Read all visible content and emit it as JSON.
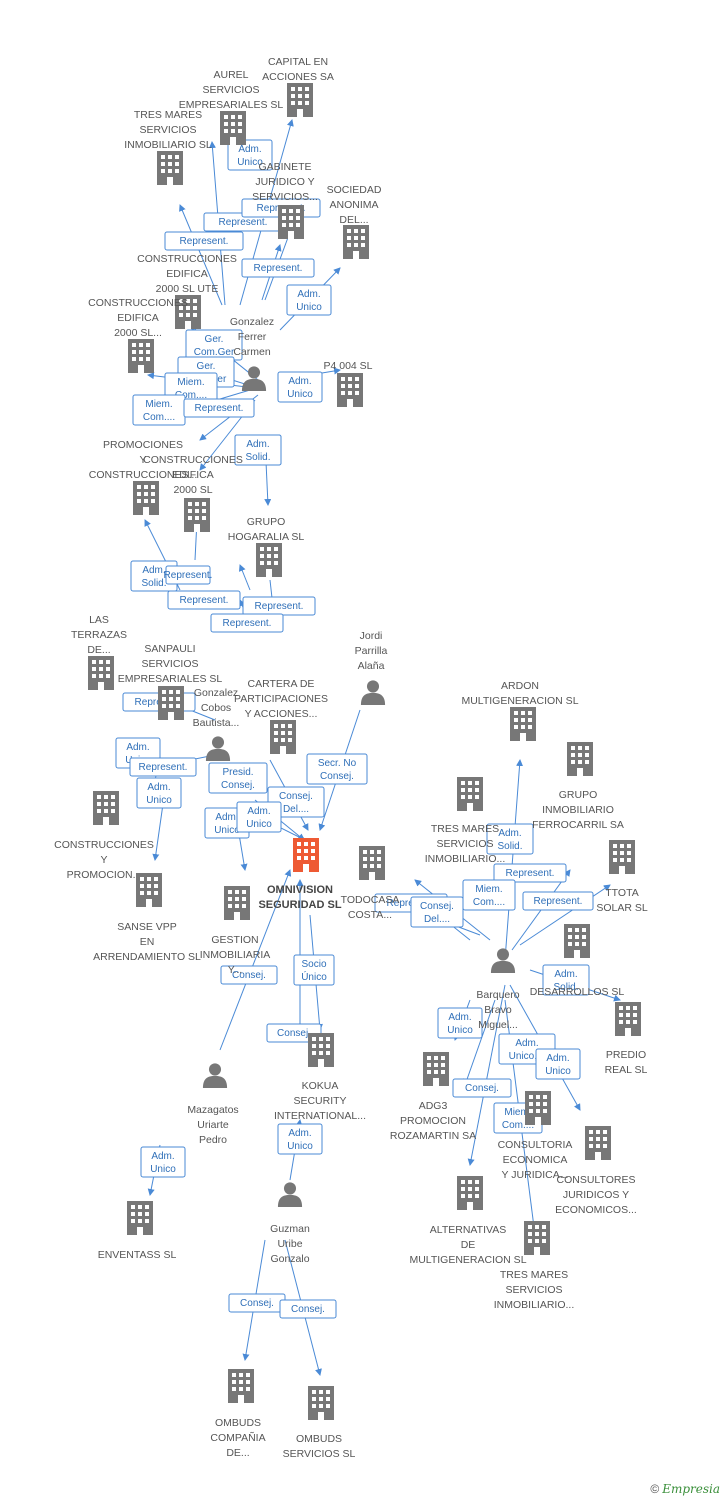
{
  "colors": {
    "edge": "#4a8ad6",
    "edge_text": "#2f6fb8",
    "node": "#777777",
    "focus": "#ee5a34",
    "label": "#555555"
  },
  "nodes": [
    {
      "id": "capital",
      "kind": "company",
      "label": [
        "CAPITAL EN",
        "ACCIONES SA"
      ]
    },
    {
      "id": "aurel",
      "kind": "company",
      "label": [
        "AUREL",
        "SERVICIOS",
        "EMPRESARIALES SL"
      ]
    },
    {
      "id": "tresmares1",
      "kind": "company",
      "label": [
        "TRES MARES",
        "SERVICIOS",
        "INMOBILIARIO SL"
      ]
    },
    {
      "id": "gabinete",
      "kind": "company",
      "label": [
        "GABINETE",
        "JURIDICO Y",
        "SERVICIOS..."
      ]
    },
    {
      "id": "sociedad",
      "kind": "company",
      "label": [
        "SOCIEDAD",
        "ANONIMA",
        "DEL..."
      ]
    },
    {
      "id": "cons_ute",
      "kind": "company",
      "label": [
        "CONSTRUCCIONES",
        "EDIFICA",
        "2000 SL UTE"
      ]
    },
    {
      "id": "cons_2000",
      "kind": "company",
      "label": [
        "CONSTRUCCIONES",
        "EDIFICA",
        "2000 SL..."
      ]
    },
    {
      "id": "gonzalez_ferrer",
      "kind": "person",
      "label": [
        "Gonzalez",
        "Ferrer",
        "Carmen"
      ]
    },
    {
      "id": "p4",
      "kind": "company",
      "label": [
        "P4 004 SL"
      ]
    },
    {
      "id": "promociones",
      "kind": "company",
      "label": [
        "PROMOCIONES",
        "Y",
        "CONSTRUCCIONES..."
      ]
    },
    {
      "id": "cons_edifica",
      "kind": "company",
      "label": [
        "CONSTRUCCIONES",
        "EDIFICA",
        "2000 SL"
      ]
    },
    {
      "id": "hogaralia",
      "kind": "company",
      "label": [
        "GRUPO",
        "HOGARALIA SL"
      ]
    },
    {
      "id": "terrazas",
      "kind": "company",
      "label": [
        "LAS",
        "TERRAZAS",
        "DE..."
      ]
    },
    {
      "id": "sanpauli",
      "kind": "company",
      "label": [
        "SANPAULI",
        "SERVICIOS",
        "EMPRESARIALES SL"
      ]
    },
    {
      "id": "cartera",
      "kind": "company",
      "label": [
        "CARTERA DE",
        "PARTICIPACIONES",
        "Y ACCIONES..."
      ]
    },
    {
      "id": "gonzalez_cobos",
      "kind": "person",
      "label": [
        "Gonzalez",
        "Cobos",
        "Bautista..."
      ]
    },
    {
      "id": "jordi",
      "kind": "person",
      "label": [
        "Jordi",
        "Parrilla",
        "Alaña"
      ]
    },
    {
      "id": "ardon",
      "kind": "company",
      "label": [
        "ARDON",
        "MULTIGENERACION SL"
      ]
    },
    {
      "id": "grupo_ferro",
      "kind": "company",
      "label": [
        "GRUPO",
        "INMOBILIARIO",
        "FERROCARRIL SA"
      ]
    },
    {
      "id": "tresmares2",
      "kind": "company",
      "label": [
        "TRES MARES",
        "SERVICIOS",
        "INMOBILIARIO..."
      ]
    },
    {
      "id": "cons_promo",
      "kind": "company",
      "label": [
        "CONSTRUCCIONES",
        "Y",
        "PROMOCION..."
      ]
    },
    {
      "id": "omnivision",
      "kind": "focus",
      "label": [
        "OMNIVISION",
        "SEGURIDAD SL"
      ]
    },
    {
      "id": "todocasa",
      "kind": "company",
      "label": [
        "TODOCASA",
        "COSTA..."
      ]
    },
    {
      "id": "sanse",
      "kind": "company",
      "label": [
        "SANSE VPP",
        "EN",
        "ARRENDAMIENTO SL"
      ]
    },
    {
      "id": "gestion",
      "kind": "company",
      "label": [
        "GESTION",
        "INMOBILIARIA",
        "Y..."
      ]
    },
    {
      "id": "ttota",
      "kind": "company",
      "label": [
        "TTOTA",
        "SOLAR SL"
      ]
    },
    {
      "id": "desarrollos",
      "kind": "company",
      "label": [
        "DESARROLLOS SL"
      ]
    },
    {
      "id": "barquero",
      "kind": "person",
      "label": [
        "Barquero",
        "Bravo",
        "Miguel..."
      ]
    },
    {
      "id": "predio",
      "kind": "company",
      "label": [
        "PREDIO",
        "REAL SL"
      ]
    },
    {
      "id": "kokua",
      "kind": "company",
      "label": [
        "KOKUA",
        "SECURITY",
        "INTERNATIONAL..."
      ]
    },
    {
      "id": "mazagatos",
      "kind": "person",
      "label": [
        "Mazagatos",
        "Uriarte",
        "Pedro"
      ]
    },
    {
      "id": "adg3",
      "kind": "company",
      "label": [
        "ADG3",
        "PROMOCION",
        "ROZAMARTIN SA"
      ]
    },
    {
      "id": "consultoria",
      "kind": "company",
      "label": [
        "CONSULTORIA",
        "ECONOMICA",
        "Y JURIDICA..."
      ]
    },
    {
      "id": "consultores",
      "kind": "company",
      "label": [
        "CONSULTORES",
        "JURIDICOS Y",
        "ECONOMICOS..."
      ]
    },
    {
      "id": "enventass",
      "kind": "company",
      "label": [
        "ENVENTASS SL"
      ]
    },
    {
      "id": "guzman",
      "kind": "person",
      "label": [
        "Guzman",
        "Uribe",
        "Gonzalo"
      ]
    },
    {
      "id": "alternativas",
      "kind": "company",
      "label": [
        "ALTERNATIVAS",
        "DE",
        "MULTIGENERACION SL"
      ]
    },
    {
      "id": "tresmares3",
      "kind": "company",
      "label": [
        "TRES MARES",
        "SERVICIOS",
        "INMOBILIARIO..."
      ]
    },
    {
      "id": "ombuds_comp",
      "kind": "company",
      "label": [
        "OMBUDS",
        "COMPAÑIA",
        "DE..."
      ]
    },
    {
      "id": "ombuds_serv",
      "kind": "company",
      "label": [
        "OMBUDS",
        "SERVICIOS SL"
      ]
    }
  ],
  "edges": [
    {
      "label": [
        "Adm.",
        "Unico"
      ]
    },
    {
      "label": [
        "Represent."
      ]
    },
    {
      "label": [
        "Represent."
      ]
    },
    {
      "label": [
        "Represent."
      ]
    },
    {
      "label": [
        "Represent."
      ]
    },
    {
      "label": [
        "Adm.",
        "Unico"
      ]
    },
    {
      "label": [
        "Ger.",
        "Com.Ger"
      ]
    },
    {
      "label": [
        "Ger.",
        "Com.Ger"
      ]
    },
    {
      "label": [
        "Miem.",
        "Com...."
      ]
    },
    {
      "label": [
        "Miem.",
        "Com...."
      ]
    },
    {
      "label": [
        "Represent."
      ]
    },
    {
      "label": [
        "Adm.",
        "Unico"
      ]
    },
    {
      "label": [
        "Adm.",
        "Solid."
      ]
    },
    {
      "label": [
        "Adm.",
        "Solid."
      ]
    },
    {
      "label": [
        "Adm.",
        "Solid."
      ]
    },
    {
      "label": [
        "Represent."
      ]
    },
    {
      "label": [
        "Represent."
      ]
    },
    {
      "label": [
        "Represent."
      ]
    },
    {
      "label": [
        "Represent."
      ]
    },
    {
      "label": [
        "Adm.",
        "Unico"
      ]
    },
    {
      "label": [
        "Represent."
      ]
    },
    {
      "label": [
        "Adm.",
        "Unico"
      ]
    },
    {
      "label": [
        "Represent."
      ]
    },
    {
      "label": [
        "Presid.",
        "Consej."
      ]
    },
    {
      "label": [
        "Consej.",
        "Del...."
      ]
    },
    {
      "label": [
        "Adm.",
        "Unico"
      ]
    },
    {
      "label": [
        "Adm.",
        "Unico"
      ]
    },
    {
      "label": [
        "Secr.  No",
        "Consej."
      ]
    },
    {
      "label": [
        "Adm.",
        "Solid."
      ]
    },
    {
      "label": [
        "Represent."
      ]
    },
    {
      "label": [
        "Miem.",
        "Com...."
      ]
    },
    {
      "label": [
        "Represent."
      ]
    },
    {
      "label": [
        "Consej.",
        "Del...."
      ]
    },
    {
      "label": [
        "Represent."
      ]
    },
    {
      "label": [
        "Adm.",
        "Solid."
      ]
    },
    {
      "label": [
        "Consej."
      ]
    },
    {
      "label": [
        "Socio",
        "Único"
      ]
    },
    {
      "label": [
        "Consej."
      ]
    },
    {
      "label": [
        "Adm.",
        "Unico"
      ]
    },
    {
      "label": [
        "Adm.",
        "Unico,..."
      ]
    },
    {
      "label": [
        "Adm.",
        "Unico"
      ]
    },
    {
      "label": [
        "Consej."
      ]
    },
    {
      "label": [
        "Miem.",
        "Com...."
      ]
    },
    {
      "label": [
        "Adm.",
        "Unico"
      ]
    },
    {
      "label": [
        "Adm.",
        "Unico"
      ]
    },
    {
      "label": [
        "Consej."
      ]
    },
    {
      "label": [
        "Consej."
      ]
    }
  ],
  "footer": {
    "copyright": "©",
    "brand": "Empresia"
  }
}
